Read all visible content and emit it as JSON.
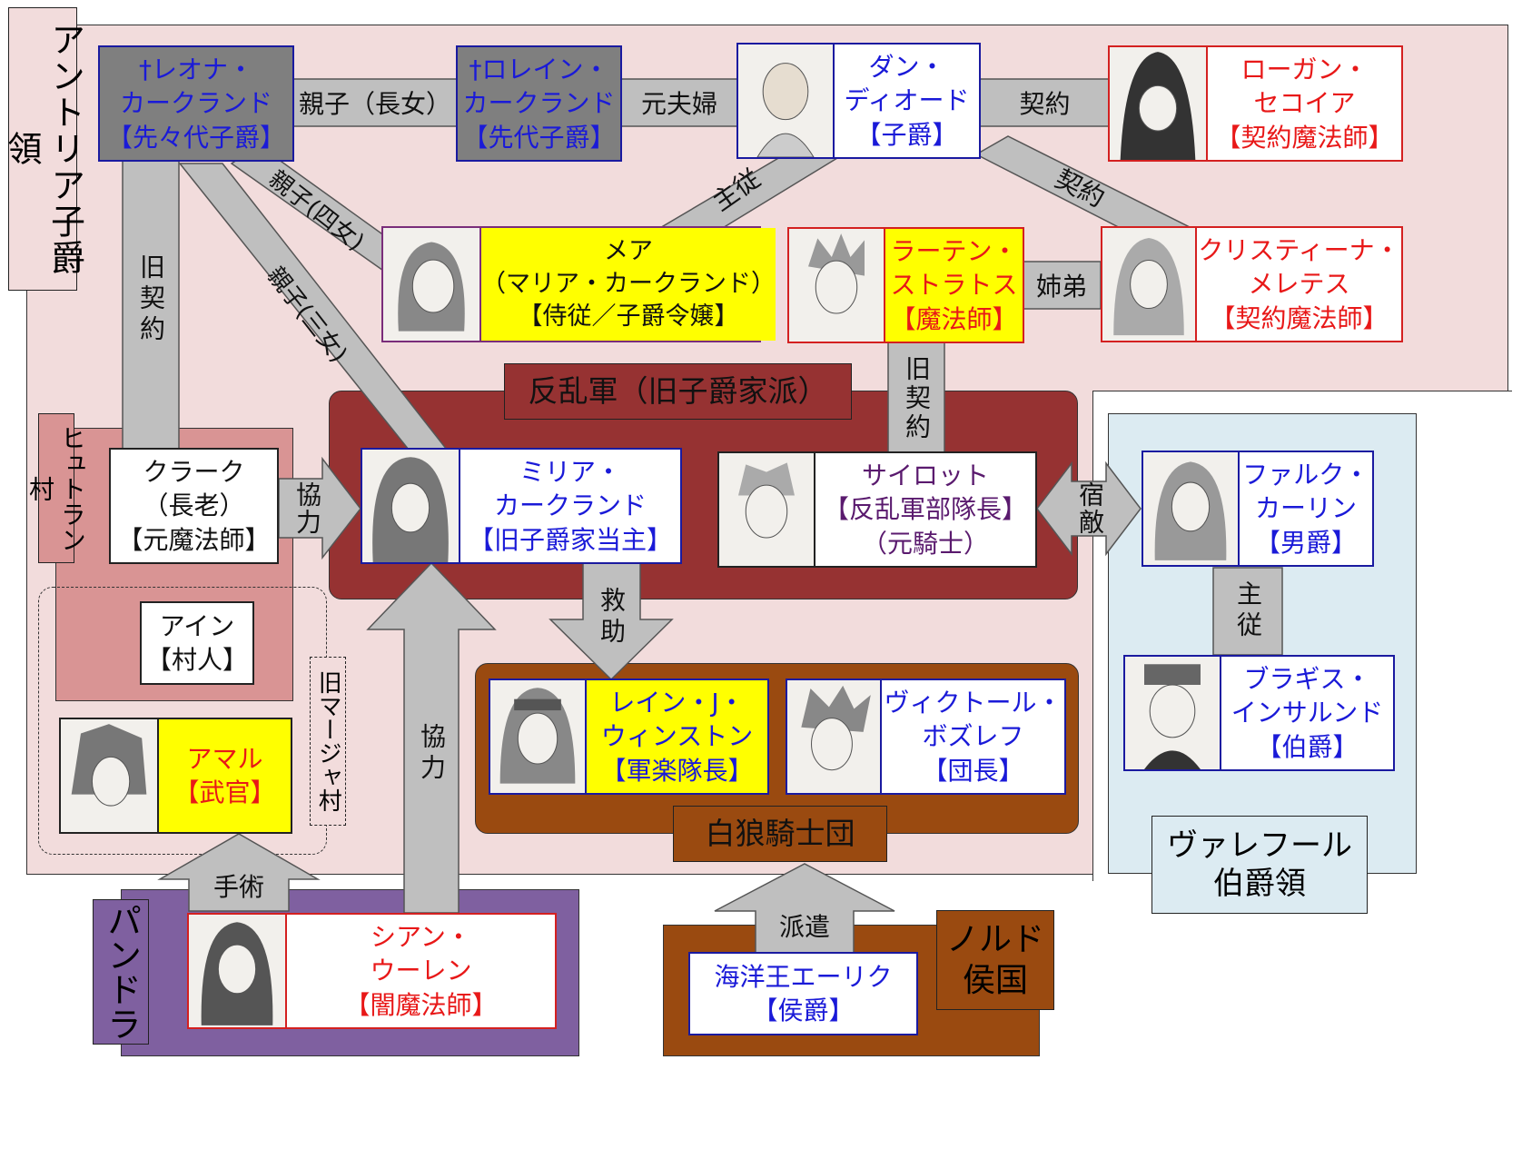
{
  "colors": {
    "antoria_region": "#f2dcdc",
    "hyutran_village": "#d99494",
    "rebel_army": "#963232",
    "white_wolf": "#9a4a10",
    "valefur_region": "#dcebf2",
    "pandora": "#7f60a0",
    "nord": "#9a4a10",
    "connector": "#bfbfbf"
  },
  "regions": {
    "antoria": "アントリア子爵領",
    "hyutran": "ヒュトラン村",
    "old_maja": "旧マージャ村",
    "rebel": "反乱軍（旧子爵家派）",
    "white_wolf": "白狼騎士団",
    "valefur": [
      "ヴァレフール",
      "伯爵領"
    ],
    "pandora": "パンドラ",
    "nord": [
      "ノルド",
      "侯国"
    ]
  },
  "characters": {
    "leona": [
      "†レオナ・",
      "カークランド",
      "【先々代子爵】"
    ],
    "lorraine": [
      "†ロレイン・",
      "カークランド",
      "【先代子爵】"
    ],
    "dan": [
      "ダン・",
      "ディオード",
      "【子爵】"
    ],
    "logan": [
      "ローガン・",
      "セコイア",
      "【契約魔法師】"
    ],
    "mea": [
      "メア",
      "（マリア・カークランド）",
      "【侍従／子爵令嬢】"
    ],
    "raten": [
      "ラーテン・",
      "ストラトス",
      "【魔法師】"
    ],
    "christina": [
      "クリスティーナ・",
      "メレテス",
      "【契約魔法師】"
    ],
    "clark": [
      "クラーク",
      "（長老）",
      "【元魔法師】"
    ],
    "milia": [
      "ミリア・",
      "カークランド",
      "【旧子爵家当主】"
    ],
    "sairot": [
      "サイロット",
      "【反乱軍部隊長】",
      "（元騎士）"
    ],
    "falk": [
      "ファルク・",
      "カーリン",
      "【男爵】"
    ],
    "ain": [
      "アイン",
      "【村人】"
    ],
    "rein": [
      "レイン・J・",
      "ウィンストン",
      "【軍楽隊長】"
    ],
    "victor": [
      "ヴィクトール・",
      "ボズレフ",
      "【団長】"
    ],
    "bragis": [
      "ブラギス・",
      "インサルンド",
      "【伯爵】"
    ],
    "amal": [
      "アマル",
      "【武官】"
    ],
    "sian": [
      "シアン・",
      "ウーレン",
      "【闇魔法師】"
    ],
    "eirik": [
      "海洋王エーリク",
      "【侯爵】"
    ]
  },
  "relations": {
    "oyako_chojo": "親子（長女）",
    "motofufu": "元夫婦",
    "keiyaku1": "契約",
    "keiyaku2": "契約",
    "shuju1": "主従",
    "oyako_yonjo": "親子(四女)",
    "oyako_sanjo": "親子(三女)",
    "kyukeiyaku1": "旧契約",
    "kyukeiyaku2": "旧契約",
    "shitei": "姉弟",
    "kyoryoku1": "協力",
    "shukuteki": "宿敵",
    "kyujo": "救助",
    "shuju2": "主従",
    "kyoryoku2": "協力",
    "shujutsu": "手術",
    "haken": "派遣"
  }
}
